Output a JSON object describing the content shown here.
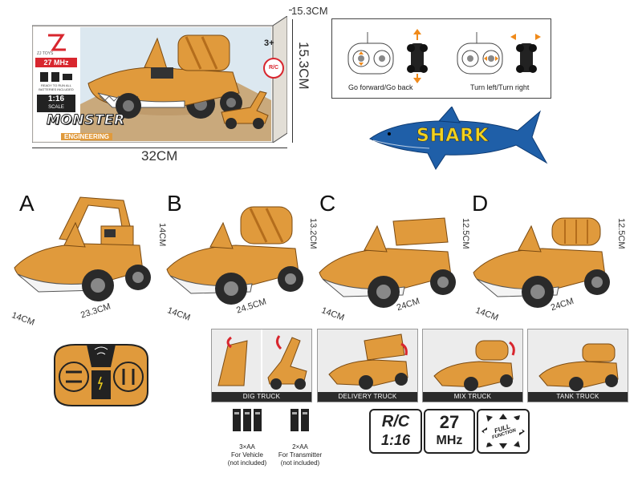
{
  "box": {
    "brand": "ZJ TOYS",
    "age": "3+",
    "freq_badge": "27 MHz",
    "battery_note": "READY TO RUN ALL BATTERIES INCLUDED",
    "scale": "1:16",
    "scale_label": "SCALE",
    "title_main": "MONSTER",
    "title_sub": "ENGINEERING",
    "rc_badge": "R/C",
    "depth_label": "15.3CM",
    "height_label": "15.3CM",
    "width_label": "32CM"
  },
  "controls": {
    "forward_label": "Go forward/Go back",
    "turn_label": "Turn left/Turn right"
  },
  "shark_label": "SHARK",
  "variants": [
    {
      "letter": "A",
      "height": "14CM",
      "depth": "14CM",
      "length": "23.3CM"
    },
    {
      "letter": "B",
      "height": "13.2CM",
      "depth": "14CM",
      "length": "24.5CM"
    },
    {
      "letter": "C",
      "height": "12.5CM",
      "depth": "14CM",
      "length": "24CM"
    },
    {
      "letter": "D",
      "height": "12.5CM",
      "depth": "14CM",
      "length": "24CM"
    }
  ],
  "functions": [
    "DIG TRUCK",
    "DELIVERY TRUCK",
    "MIX TRUCK",
    "TANK TRUCK"
  ],
  "batteries": {
    "vehicle": {
      "qty": "3×AA",
      "use": "For Vehicle",
      "note": "(not included)"
    },
    "transmitter": {
      "qty": "2×AA",
      "use": "For Transmitter",
      "note": "(not included)"
    }
  },
  "specs": {
    "rc": "R/C",
    "scale": "1:16",
    "freq_num": "27",
    "freq_unit": "MHz",
    "function_line1": "FULL",
    "function_line2": "FUNCTION"
  },
  "colors": {
    "truck_orange": "#e09a3c",
    "shark_blue": "#1f5fa8",
    "shark_text": "#f2d21e",
    "badge_red": "#d8262e"
  }
}
